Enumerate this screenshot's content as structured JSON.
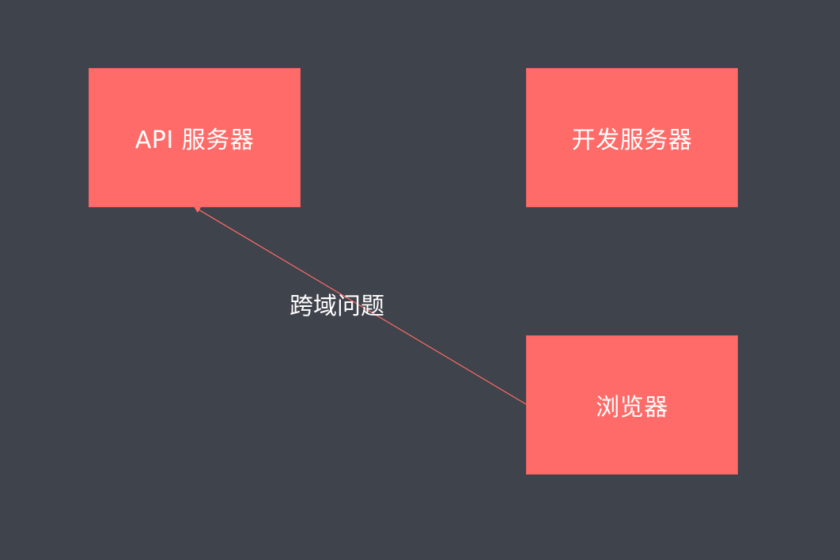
{
  "colors": {
    "background": "#3f434b",
    "node_fill": "#ff6b68",
    "edge_stroke": "#ff6b68",
    "text": "#ffffff"
  },
  "nodes": {
    "api_server": {
      "label": "API 服务器"
    },
    "dev_server": {
      "label": "开发服务器"
    },
    "browser": {
      "label": "浏览器"
    }
  },
  "edges": [
    {
      "from": "browser",
      "to": "api_server",
      "label": "跨域问题",
      "arrow": "end"
    }
  ]
}
